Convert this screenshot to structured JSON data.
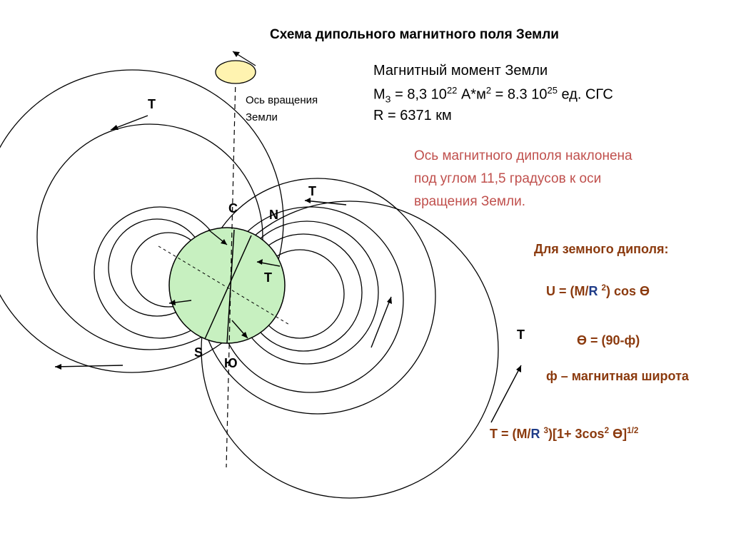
{
  "title": "Схема дипольного магнитного поля Земли",
  "rotation_axis_label": {
    "line1": "Ось вращения",
    "line2": "Земли"
  },
  "moment": {
    "heading": "Магнитный момент Земли",
    "line2": {
      "m": "M",
      "sub": "З",
      "eq": " =  8,3 10",
      "exp1": "22",
      "unit1": " А*м",
      "exp2": "2",
      "eq2": "  = 8.3 10",
      "exp3": "25",
      "unit2": " ед. СГС"
    },
    "line3": "R = 6371 км"
  },
  "tilt_note": {
    "line1": "Ось магнитного диполя наклонена",
    "line2": "под углом 11,5 градусов к оси",
    "line3": "вращения Земли."
  },
  "dipole_heading": "Для земного диполя:",
  "formula_u": {
    "p1": "U = (M/",
    "r": "R",
    "p2": " ",
    "exp": "2",
    "p3": ") cos ϴ"
  },
  "formula_theta": "ϴ = (90-ф)",
  "formula_phi": "ф – магнитная широта",
  "formula_t": {
    "p1": "T = (M/",
    "r": "R",
    "p2": " ",
    "exp1": "3",
    "p3": ")[1+ 3cos",
    "exp2": "2",
    "p4": " ϴ]",
    "exp3": "1/2"
  },
  "labels": {
    "c": "С",
    "n": "N",
    "s": "S",
    "yu": "Ю",
    "t": "T"
  },
  "colors": {
    "earth_fill": "#c7f0c0",
    "pole_fill": "#fff3b0",
    "red_text": "#c0504d",
    "brown_text": "#8b3a0e",
    "blue_text": "#1f3c88"
  }
}
